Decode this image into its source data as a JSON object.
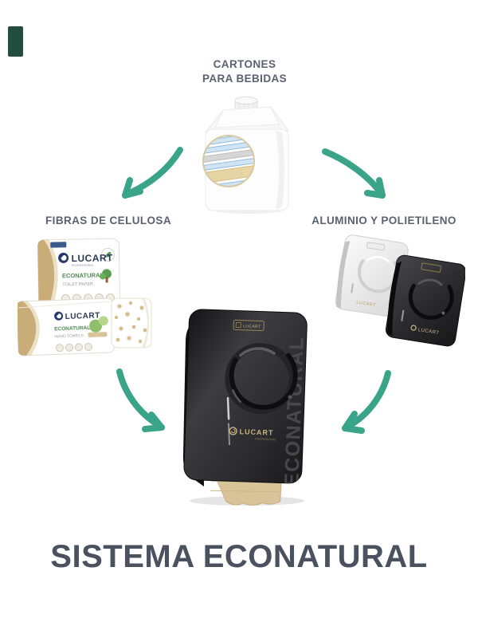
{
  "page": {
    "title": "SISTEMA ECONATURAL",
    "background": "#ffffff"
  },
  "labels": {
    "top_line1": "CARTONES",
    "top_line2": "PARA BEBIDAS",
    "left": "FIBRAS DE CELULOSA",
    "right": "ALUMINIO Y POLIETILENO"
  },
  "brand": {
    "name": "LUCART",
    "sub": "PROFESSIONAL",
    "range": "ECONATURAL",
    "back_pack_type": "TOILET PAPER",
    "front_pack_type": "HAND TOWELS",
    "dispenser_emboss": "ECONATURAL"
  },
  "graphics": {
    "top_image": "beverage-carton-with-material-layers-cutaway",
    "left_image": "lucart-econatural-paper-packs-and-roll",
    "right_image": "white-and-black-wall-dispensers",
    "center_image": "black-econatural-dispenser-with-kraft-paper"
  },
  "colors": {
    "arrow_green": "#3aa489",
    "label_text": "#5a6170",
    "title_text": "#4a5260",
    "kraft_paper": "#d9c49a",
    "corner_accent": "#234d3d",
    "gold_logo": "#c9b786",
    "carton_ring_tan": "#d8c9a2",
    "layer_blue": "#cfe4f5",
    "layer_gray": "#d6d6d6",
    "pack_tan": "#c9ad79",
    "logo_navy": "#24386b"
  }
}
